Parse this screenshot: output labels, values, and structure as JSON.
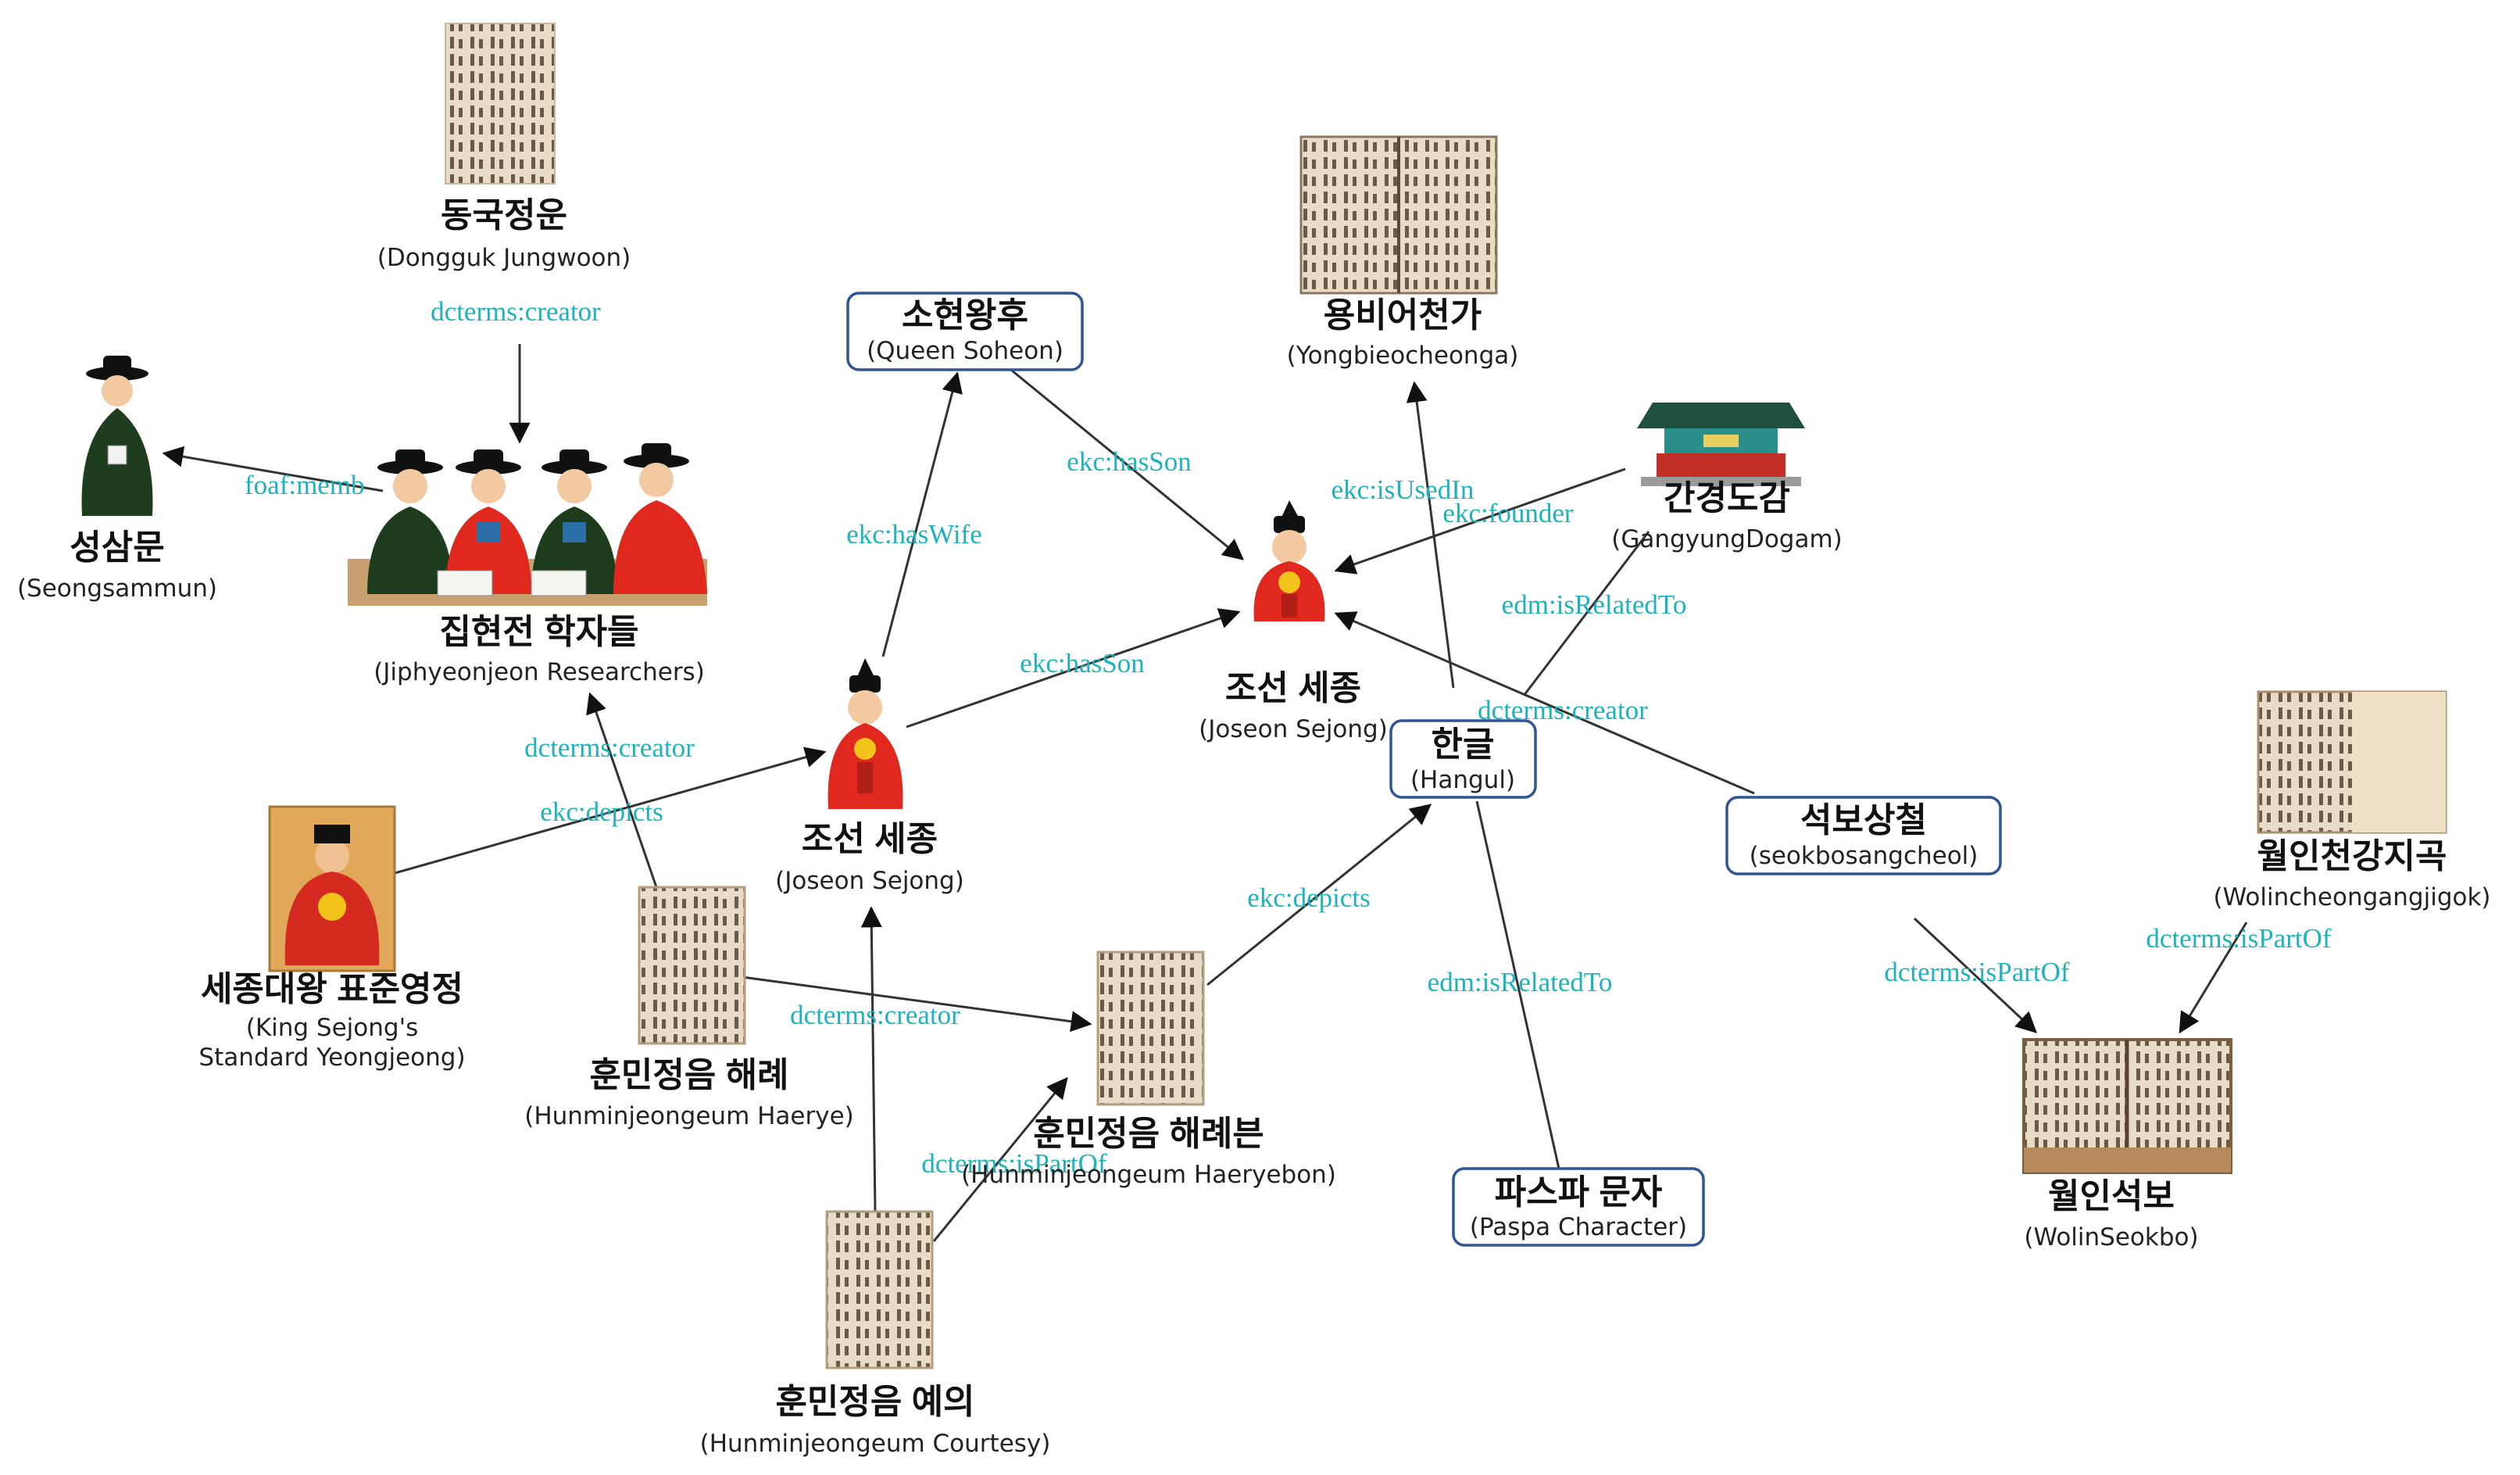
{
  "colors": {
    "edge_label": "#1db3bd",
    "node_box_border": "#2f5597",
    "robe_red": "#e0281e",
    "robe_green": "#1e3d1e",
    "gold": "#f2c31b"
  },
  "nodes": {
    "dongguk": {
      "title": "동국정운",
      "sub": "(Dongguk Jungwoon)",
      "icon": "book-page-icon"
    },
    "seongsammun": {
      "title": "성삼문",
      "sub": "(Seongsammun)",
      "icon": "scholar-figure-icon"
    },
    "jiphyeonjeon": {
      "title": "집현전 학자들",
      "sub": "(Jiphyeonjeon Researchers)",
      "icon": "scholars-group-icon"
    },
    "soheon": {
      "title": "소현왕후",
      "sub": "(Queen Soheon)"
    },
    "yongbi": {
      "title": "용비어천가",
      "sub": "(Yongbieocheonga)",
      "icon": "open-book-icon"
    },
    "gangyung": {
      "title": "간경도감",
      "sub": "(GangyungDogam)",
      "icon": "palace-icon"
    },
    "sejong_top": {
      "title": "조선 세종",
      "sub": "(Joseon Sejong)",
      "icon": "king-figure-icon"
    },
    "sejong_mid": {
      "title": "조선 세종",
      "sub": "(Joseon Sejong)",
      "icon": "king-figure-icon"
    },
    "hangul": {
      "title": "한글",
      "sub": "(Hangul)"
    },
    "seokbo": {
      "title": "석보상철",
      "sub": "(seokbosangcheol)"
    },
    "wolincheon": {
      "title": "월인천강지곡",
      "sub": "(Wolincheongangjigok)",
      "icon": "book-icon"
    },
    "portrait": {
      "title": "세종대왕 표준영정",
      "sub1": "(King Sejong's",
      "sub2": "Standard Yeongjeong)",
      "icon": "king-portrait-icon"
    },
    "haerye": {
      "title": "훈민정음 해례",
      "sub": "(Hunminjeongeum Haerye)",
      "icon": "book-page-icon"
    },
    "haeryebon": {
      "title": "훈민정음 해례븐",
      "sub": "(Hunminjeongeum Haeryebon)",
      "icon": "book-page-icon"
    },
    "paspa": {
      "title": "파스파 문자",
      "sub": "(Paspa Character)"
    },
    "wolinseokbo": {
      "title": "월인석보",
      "sub": "(WolinSeokbo)",
      "icon": "old-book-icon"
    },
    "courtesy": {
      "title": "훈민정음 예의",
      "sub": "(Hunminjeongeum Courtesy)",
      "icon": "book-page-icon"
    }
  },
  "edges": {
    "dongguk_creator": "dcterms:creator",
    "foaf_member": "foaf:memb",
    "has_wife": "ekc:hasWife",
    "soheon_has_son": "ekc:hasSon",
    "is_used_in": "ekc:isUsedIn",
    "founder": "ekc:founder",
    "edm_related_top": "edm:isRelatedTo",
    "has_son_mid": "ekc:hasSon",
    "creator_hangul": "dcterms:creator",
    "creator_jiphyeonjeon": "dcterms:creator",
    "depicts_portrait": "ekc:depicts",
    "depicts_hangul": "ekc:depicts",
    "edm_related_paspa": "edm:isRelatedTo",
    "creator_courtesy": "dcterms:creator",
    "part_of_courtesy": "dcterms:isPartOf",
    "part_of_seokbo": "dcterms:isPartOf",
    "part_of_wolin": "dcterms:isPartOf"
  }
}
